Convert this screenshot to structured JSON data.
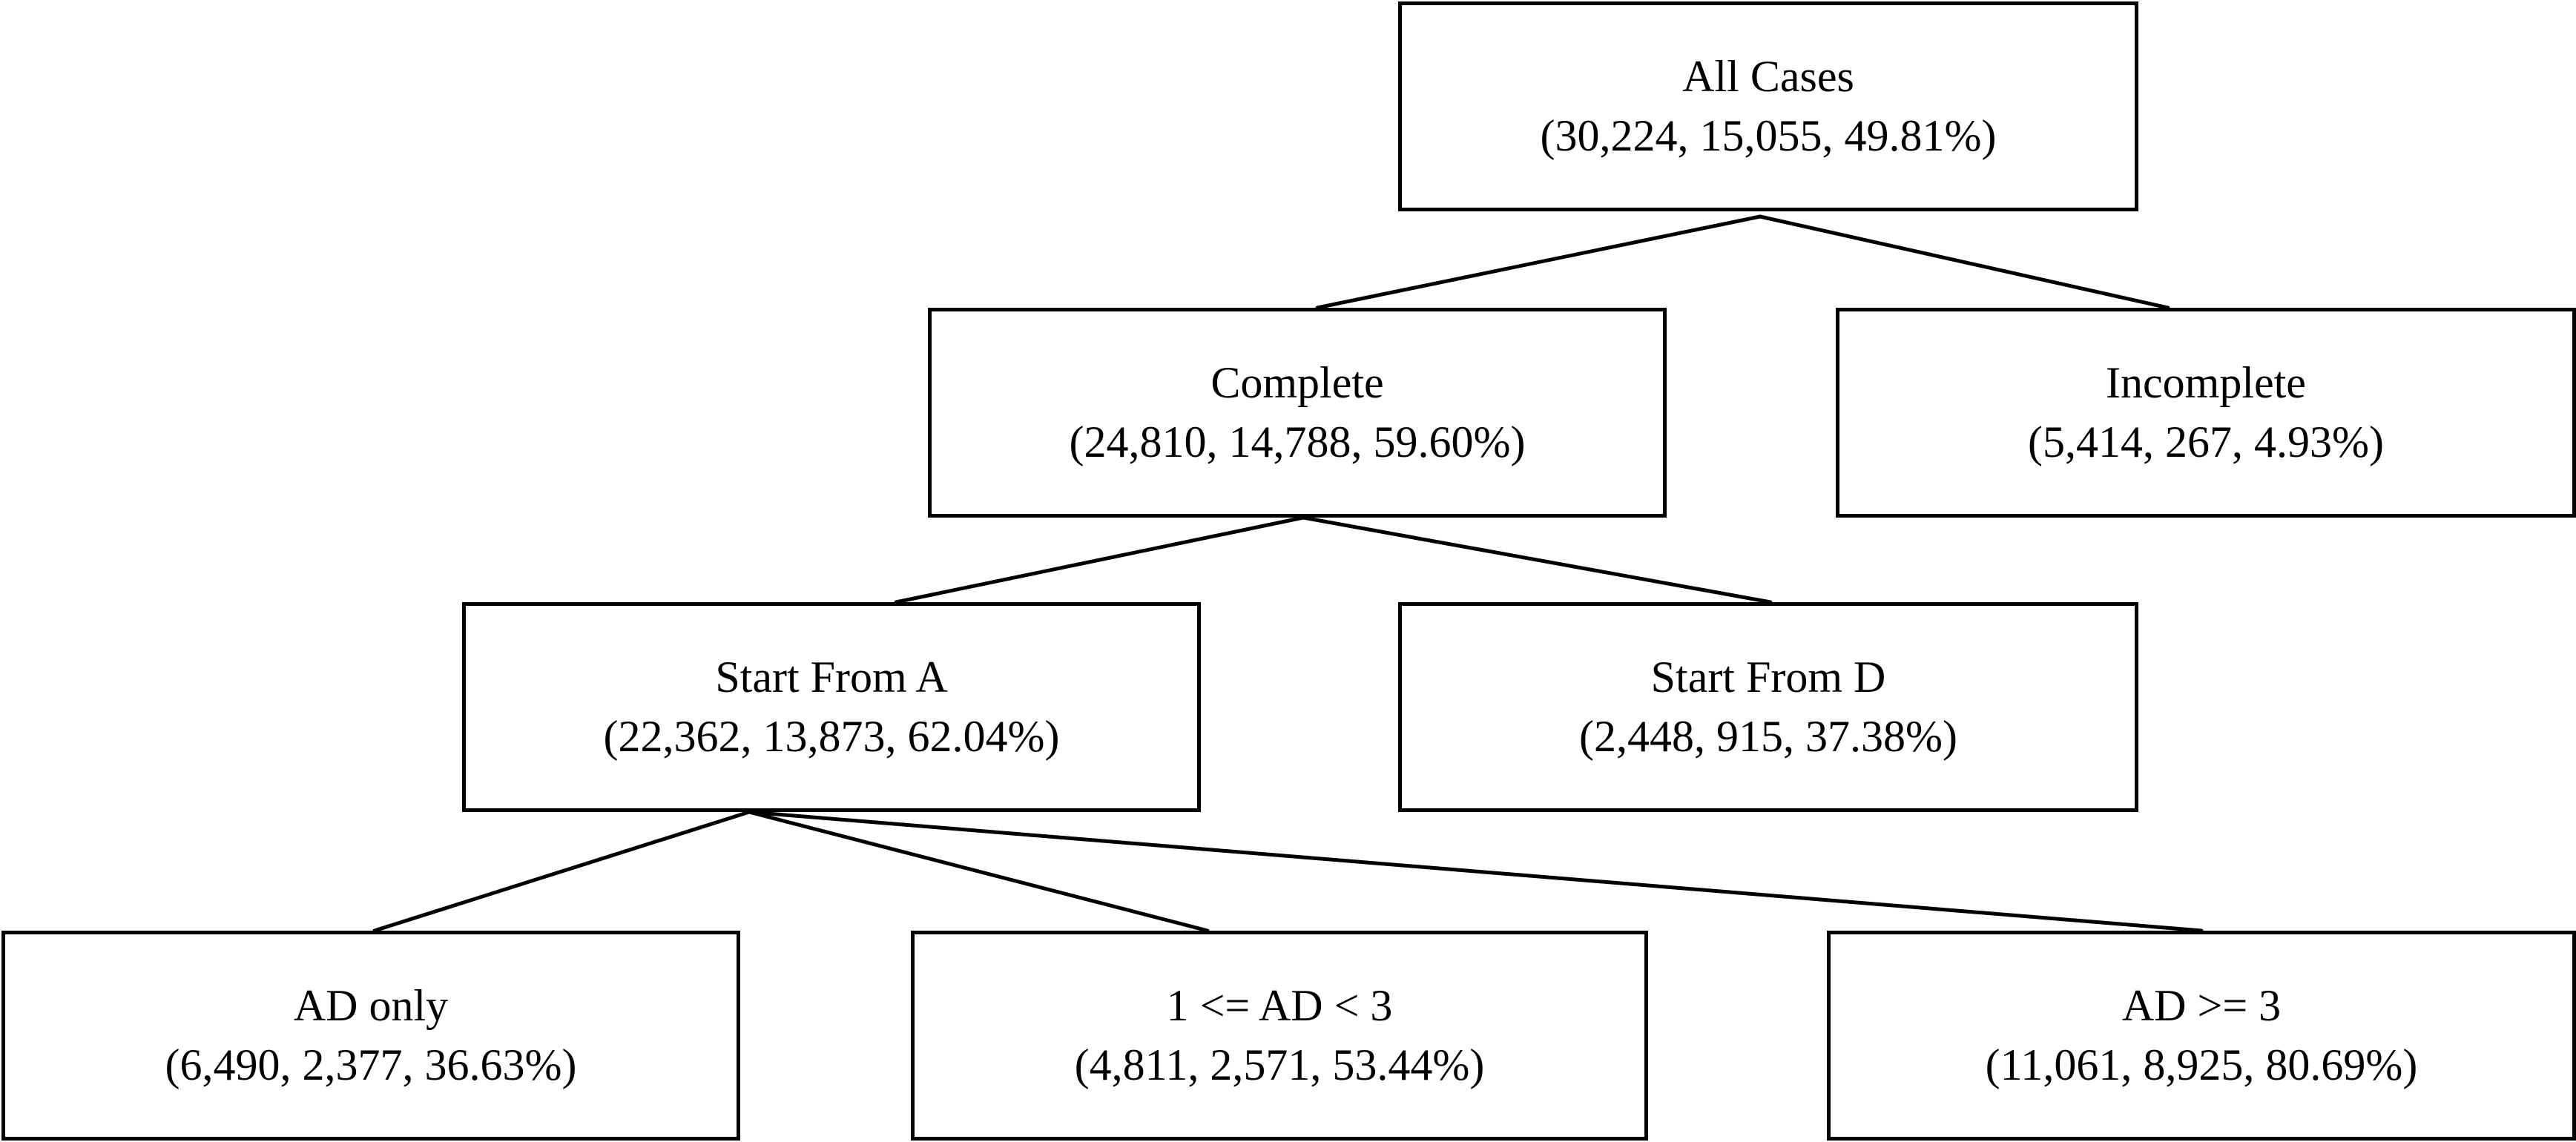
{
  "nodes": {
    "root": {
      "label": "All Cases",
      "stats": "(30,224, 15,055, 49.81%)"
    },
    "complete": {
      "label": "Complete",
      "stats": "(24,810, 14,788, 59.60%)"
    },
    "incomplete": {
      "label": "Incomplete",
      "stats": "(5,414, 267, 4.93%)"
    },
    "start_a": {
      "label": "Start From A",
      "stats": "(22,362, 13,873, 62.04%)"
    },
    "start_d": {
      "label": "Start From D",
      "stats": "(2,448, 915, 37.38%)"
    },
    "ad_only": {
      "label": "AD only",
      "stats": "(6,490, 2,377, 36.63%)"
    },
    "ad_1_3": {
      "label": "1 <= AD < 3",
      "stats": "(4,811, 2,571, 53.44%)"
    },
    "ad_ge_3": {
      "label": "AD >= 3",
      "stats": "(11,061, 8,925, 80.69%)"
    }
  },
  "edges": [
    {
      "from": "root",
      "to": "complete"
    },
    {
      "from": "root",
      "to": "incomplete"
    },
    {
      "from": "complete",
      "to": "start_a"
    },
    {
      "from": "complete",
      "to": "start_d"
    },
    {
      "from": "start_a",
      "to": "ad_only"
    },
    {
      "from": "start_a",
      "to": "ad_1_3"
    },
    {
      "from": "start_a",
      "to": "ad_ge_3"
    }
  ]
}
